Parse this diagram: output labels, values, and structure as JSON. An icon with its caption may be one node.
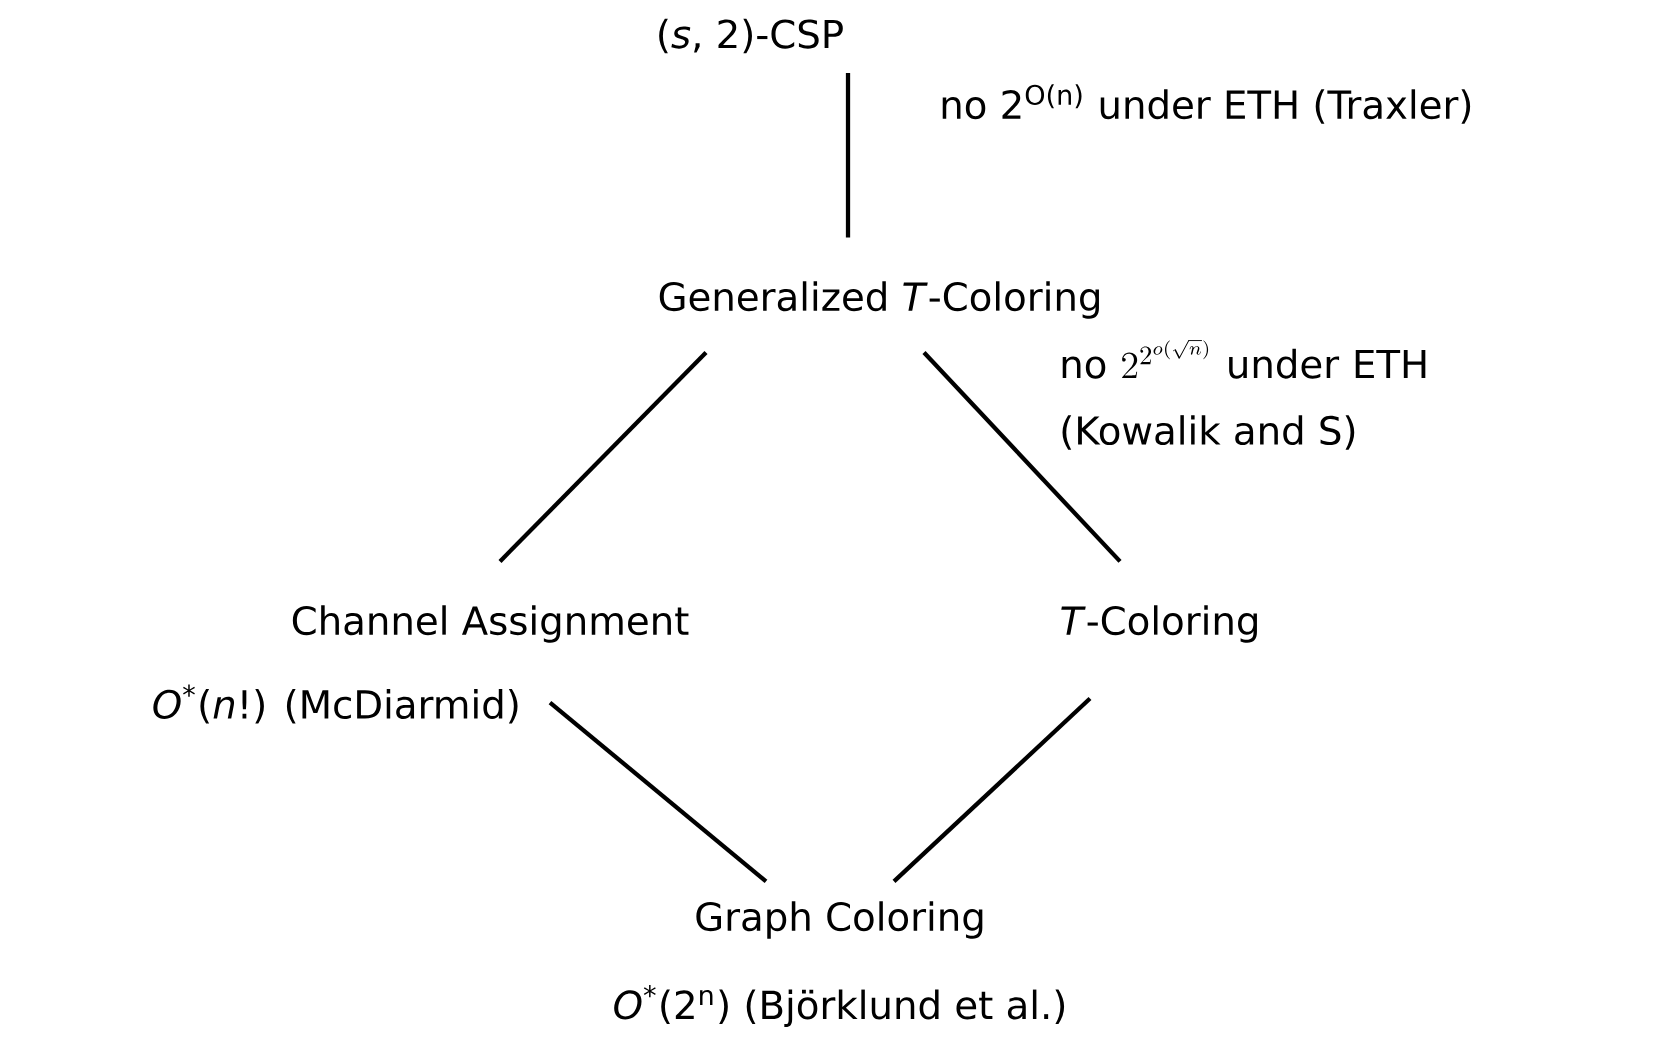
{
  "diagram": {
    "nodes": [
      {
        "text": [
          "(*s*, 2)-CSP"
        ],
        "beside": [
          "no 2$^{O(n)}$ under ETH (Traxler)"
        ]
      },
      {
        "text": [
          "Generalized *T*-Coloring"
        ],
        "beside": [
          "\\text{no }2^{2^{o(\\sqrt{n})}}\\text{ under ETH}",
          "(Kowalik and S)"
        ]
      },
      {
        "text": [
          "Channel Assignment"
        ],
        "beside": [
          "*O*$^{*}$(*n*!) (McDiarmid)"
        ]
      },
      {
        "text": [
          "*T*-Coloring"
        ]
      },
      {
        "text": [
          "Graph Coloring"
        ],
        "beside": [
          "*O*$^{*}$(2$^{n}$) (Björklund et al.)"
        ]
      }
    ],
    "edges": [
      {
        "from": 0,
        "to": 1,
        "arrow": "none"
      },
      {
        "from": 1,
        "to": 2,
        "arrow": "none"
      },
      {
        "from": 1,
        "to": 3,
        "arrow": "none"
      },
      {
        "from": 2,
        "to": 4,
        "arrow": "none"
      },
      {
        "from": 3,
        "to": 4,
        "arrow": "none"
      }
    ]
  }
}
